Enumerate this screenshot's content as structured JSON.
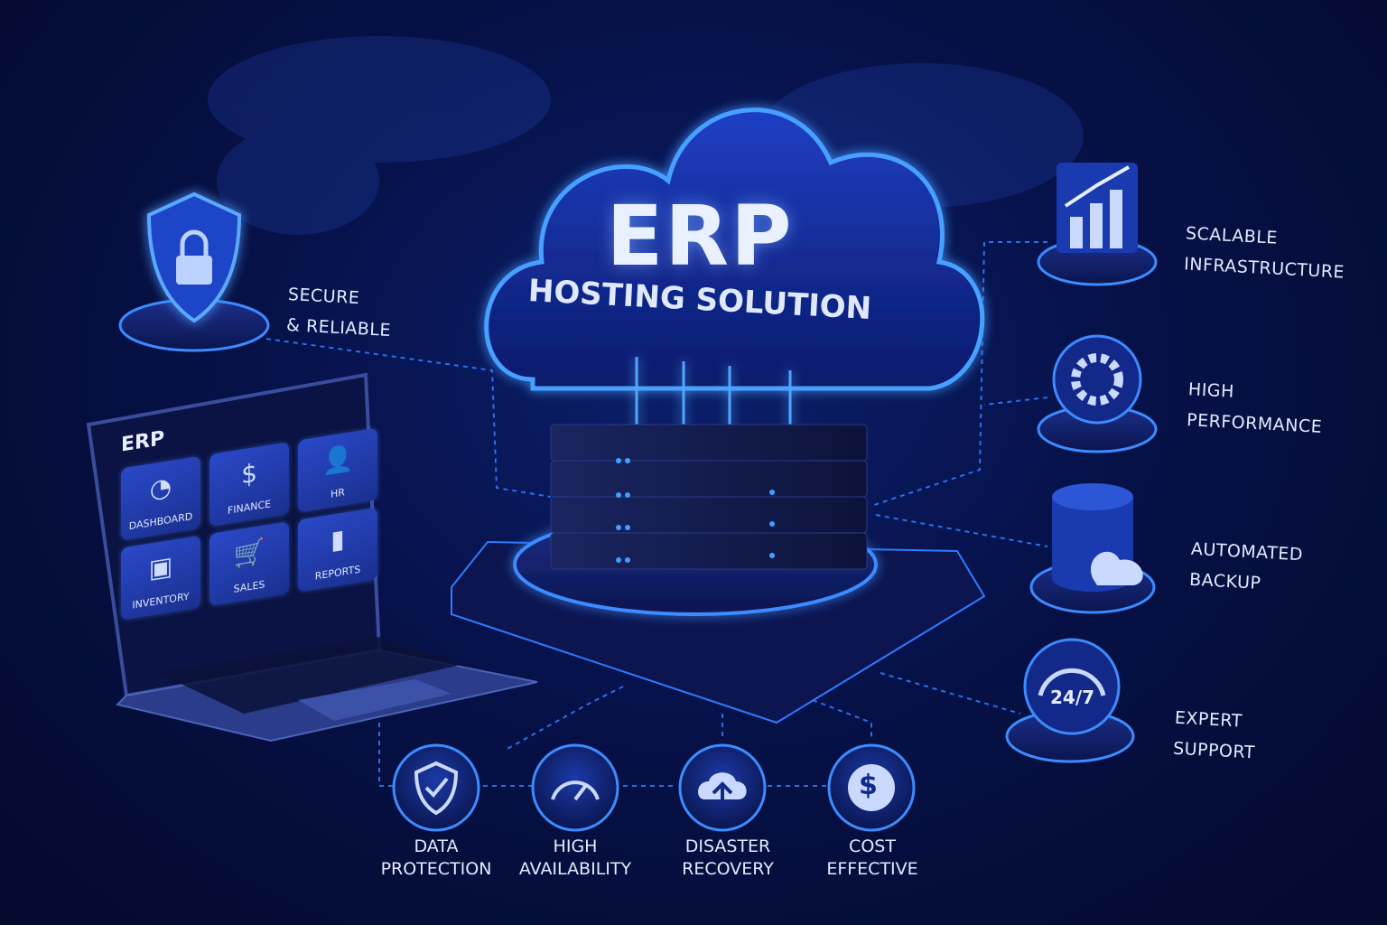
{
  "cloud": {
    "title": "ERP",
    "subtitle": "HOSTING SOLUTION"
  },
  "laptop": {
    "title": "ERP",
    "tiles": [
      {
        "label": "DASHBOARD",
        "icon": "pie-chart-icon",
        "glyph": "◔"
      },
      {
        "label": "FINANCE",
        "icon": "dollar-icon",
        "glyph": "$"
      },
      {
        "label": "HR",
        "icon": "person-icon",
        "glyph": "👤"
      },
      {
        "label": "INVENTORY",
        "icon": "box-icon",
        "glyph": "▣"
      },
      {
        "label": "SALES",
        "icon": "cart-icon",
        "glyph": "🛒"
      },
      {
        "label": "REPORTS",
        "icon": "bar-chart-icon",
        "glyph": "▮"
      }
    ]
  },
  "left_feature": {
    "line1": "SECURE",
    "line2": "& RELIABLE",
    "icon": "shield-lock-icon"
  },
  "right_features": [
    {
      "line1": "SCALABLE",
      "line2": "INFRASTRUCTURE",
      "icon": "growth-chart-icon"
    },
    {
      "line1": "HIGH",
      "line2": "PERFORMANCE",
      "icon": "gear-icon"
    },
    {
      "line1": "AUTOMATED",
      "line2": "BACKUP",
      "icon": "database-cloud-icon"
    },
    {
      "line1": "EXPERT",
      "line2": "SUPPORT",
      "icon": "headset-24-7-icon",
      "badge": "24/7"
    }
  ],
  "bottom_features": [
    {
      "line1": "DATA",
      "line2": "PROTECTION",
      "icon": "shield-check-icon"
    },
    {
      "line1": "HIGH",
      "line2": "AVAILABILITY",
      "icon": "speedometer-icon"
    },
    {
      "line1": "DISASTER",
      "line2": "RECOVERY",
      "icon": "cloud-upload-icon"
    },
    {
      "line1": "COST",
      "line2": "EFFECTIVE",
      "icon": "dollar-coin-icon",
      "glyph": "$"
    }
  ],
  "colors": {
    "background": "#061148",
    "accent": "#2f7bff",
    "glow": "#3d8bff"
  }
}
